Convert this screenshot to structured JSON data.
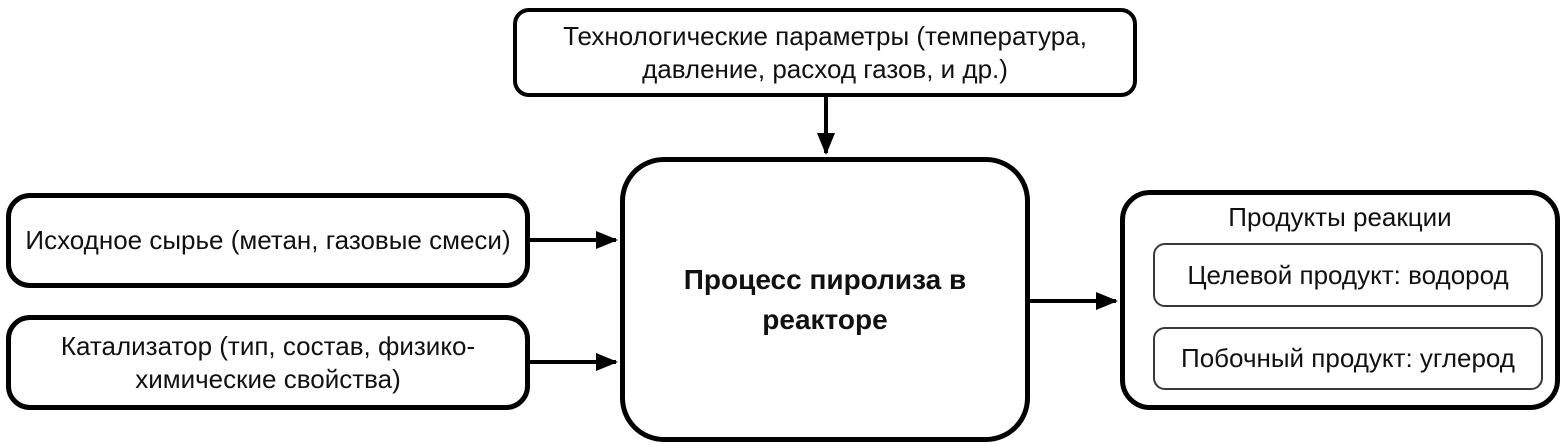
{
  "diagram": {
    "type": "flowchart",
    "colors": {
      "background": "#ffffff",
      "border": "#000000",
      "inner_border": "#383838",
      "text": "#111111",
      "arrow": "#000000"
    },
    "nodes": {
      "parameters": {
        "lines": [
          "Технологические параметры (температура,",
          "давление, расход газов, и др.)"
        ]
      },
      "feedstock": {
        "lines": [
          "Исходное сырье (метан, газовые смеси)"
        ]
      },
      "catalyst": {
        "lines": [
          "Катализатор (тип, состав, физико-",
          "химические свойства)"
        ]
      },
      "process": {
        "lines": [
          "Процесс пиролиза в",
          "реакторе"
        ]
      },
      "products": {
        "title": "Продукты реакции",
        "items": [
          {
            "text": "Целевой продукт: водород"
          },
          {
            "text": "Побочный продукт: углерод"
          }
        ]
      }
    },
    "connections": [
      {
        "from": "parameters",
        "to": "process",
        "style": "arrow-down"
      },
      {
        "from": "feedstock",
        "to": "process",
        "style": "arrow-right"
      },
      {
        "from": "catalyst",
        "to": "process",
        "style": "arrow-right"
      },
      {
        "from": "process",
        "to": "products",
        "style": "arrow-right"
      }
    ]
  }
}
